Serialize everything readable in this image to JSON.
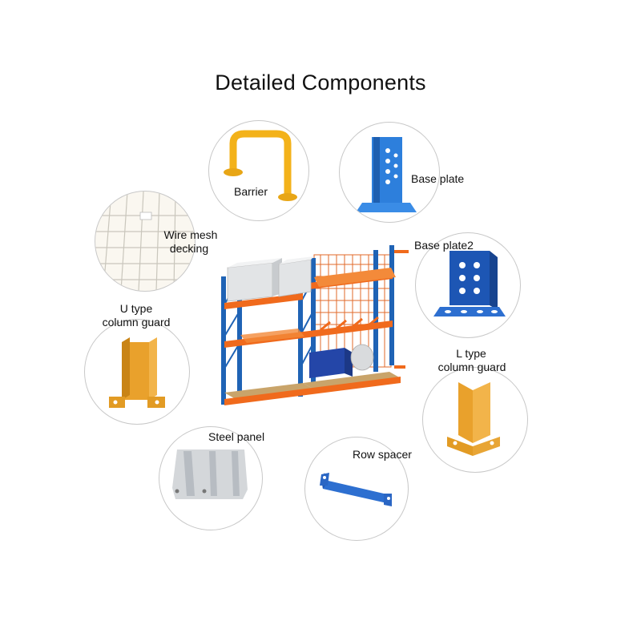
{
  "title": "Detailed Components",
  "components": {
    "barrier": "Barrier",
    "base_plate": "Base plate",
    "wire_mesh_1": "Wire mesh",
    "wire_mesh_2": "decking",
    "base_plate2": "Base plate2",
    "u_type_1": "U type",
    "u_type_2": "column guard",
    "l_type_1": "L type",
    "l_type_2": "column guard",
    "steel_panel": "Steel panel",
    "row_spacer": "Row spacer"
  },
  "colors": {
    "rack_blue": "#1f63b5",
    "rack_orange": "#f06a1c",
    "barrier_yellow": "#f3b21a",
    "guard_orange": "#e9a12c",
    "plate_blue": "#2d7fdc",
    "panel_gray": "#d4d7da"
  }
}
